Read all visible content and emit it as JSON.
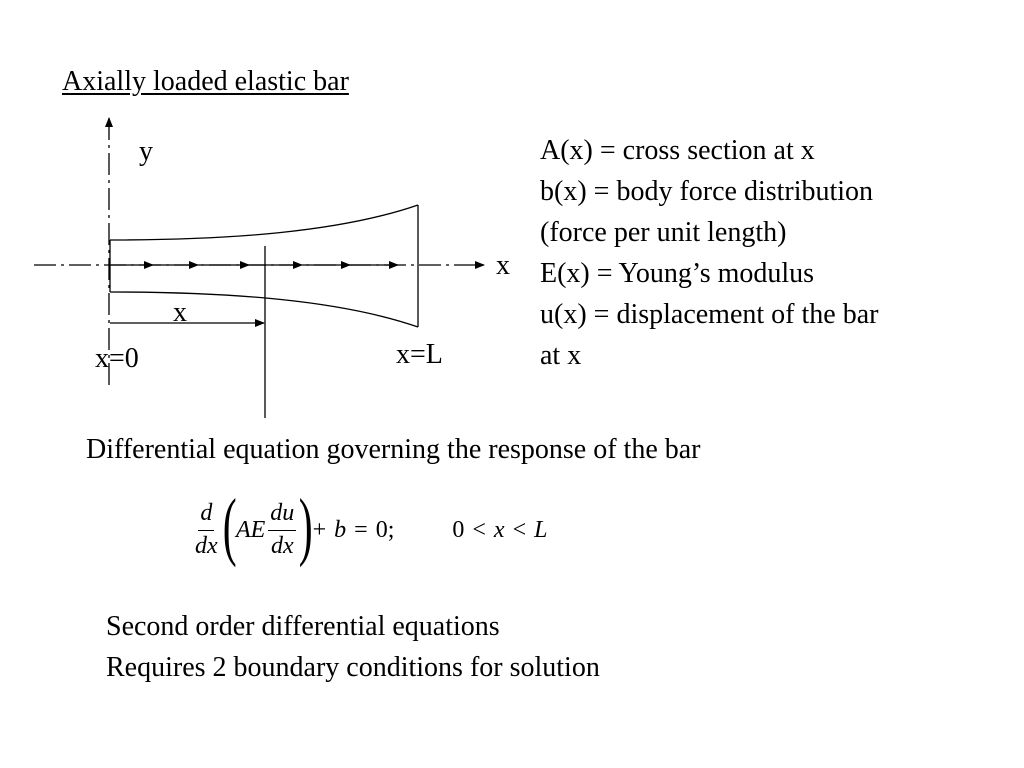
{
  "title": "Axially loaded elastic bar",
  "diagram": {
    "y_axis_label": "y",
    "x_axis_label": "x",
    "x_dimension_label": "x",
    "left_end_label": "x=0",
    "right_end_label": "x=L"
  },
  "definitions": [
    "A(x) = cross section at x",
    "b(x)  = body force distribution",
    "(force per unit length)",
    "E(x) = Young’s modulus",
    "u(x)  = displacement of the bar",
    "at x"
  ],
  "equation_heading": "Differential equation governing the response of the bar",
  "equation": {
    "d": "d",
    "dx": "dx",
    "AE": "AE",
    "du": "du",
    "plus": "+",
    "b": "b",
    "equals": "=",
    "zero": "0",
    "semicolon": ";",
    "domain_zero": "0",
    "lt1": "<",
    "x": "x",
    "lt2": "<",
    "L": "L"
  },
  "notes": [
    "Second order differential equations",
    "Requires 2 boundary conditions for solution"
  ]
}
